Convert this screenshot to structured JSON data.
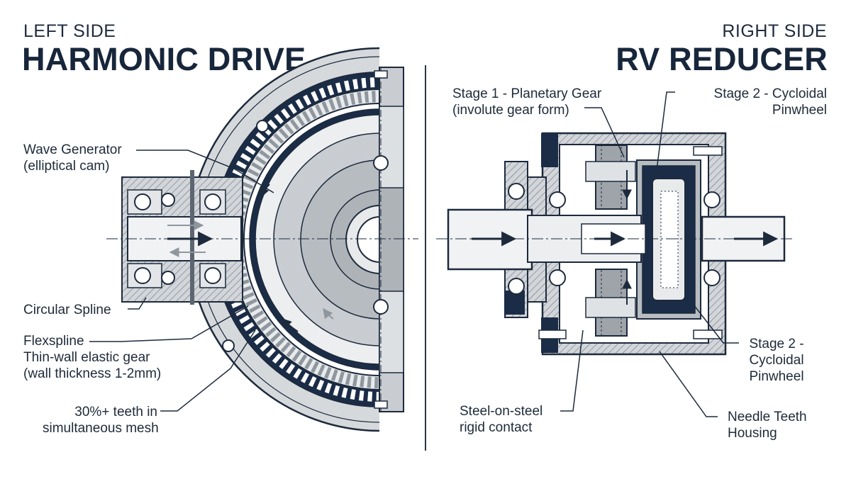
{
  "left": {
    "side_label": "LEFT SIDE",
    "title": "HARMONIC DRIVE",
    "labels": {
      "wave_generator": [
        "Wave Generator",
        "(elliptical cam)"
      ],
      "circular_spline": [
        "Circular Spline"
      ],
      "flexspline": [
        "Flexspline",
        "Thin-wall elastic gear",
        "(wall thickness 1-2mm)"
      ],
      "teeth_mesh": [
        "30%+ teeth in",
        "simultaneous mesh"
      ]
    }
  },
  "right": {
    "side_label": "RIGHT SIDE",
    "title": "RV REDUCER",
    "labels": {
      "stage1": [
        "Stage 1 - Planetary Gear",
        "(involute gear form)"
      ],
      "stage2_top": [
        "Stage 2 - Cycloidal",
        "Pinwheel"
      ],
      "stage2_right": [
        "Stage 2 -",
        "Cycloidal",
        "Pinwheel"
      ],
      "steel_contact": [
        "Steel-on-steel",
        "rigid contact"
      ],
      "needle_housing": [
        "Needle Teeth",
        "Housing"
      ]
    }
  },
  "colors": {
    "ink": "#1d2a3c",
    "steel_light": "#dfe2e5",
    "steel_mid": "#c5c9cd",
    "steel_dark": "#9ea4aa",
    "navy": "#1b2c47"
  }
}
